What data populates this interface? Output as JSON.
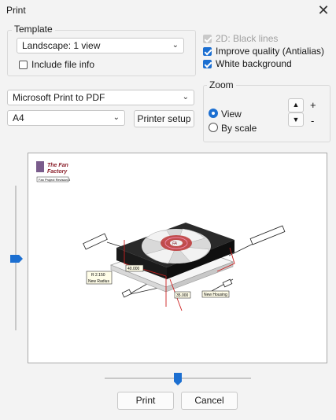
{
  "window": {
    "title": "Print"
  },
  "template": {
    "legend": "Template",
    "selected": "Landscape: 1 view",
    "include_file_info": "Include file info"
  },
  "options": {
    "black_lines": "2D: Black lines",
    "improve_quality": "Improve quality (Antialias)",
    "white_background": "White background"
  },
  "printer": {
    "selected": "Microsoft Print to PDF"
  },
  "paper": {
    "selected": "A4"
  },
  "buttons": {
    "printer_setup": "Printer setup",
    "print": "Print",
    "cancel": "Cancel"
  },
  "zoom": {
    "legend": "Zoom",
    "view": "View",
    "by_scale": "By scale",
    "plus": "+",
    "minus": "-"
  },
  "preview": {
    "logo_line1": "The Fan",
    "logo_line2": "Factory",
    "project_label": "Fan Project Revision 3",
    "dim_40": "40.000",
    "dim_r": "R 2.150",
    "new_radius": "New Radius",
    "dim_35": "35.000",
    "new_housing": "New Housing",
    "brand_hub": "FA"
  }
}
